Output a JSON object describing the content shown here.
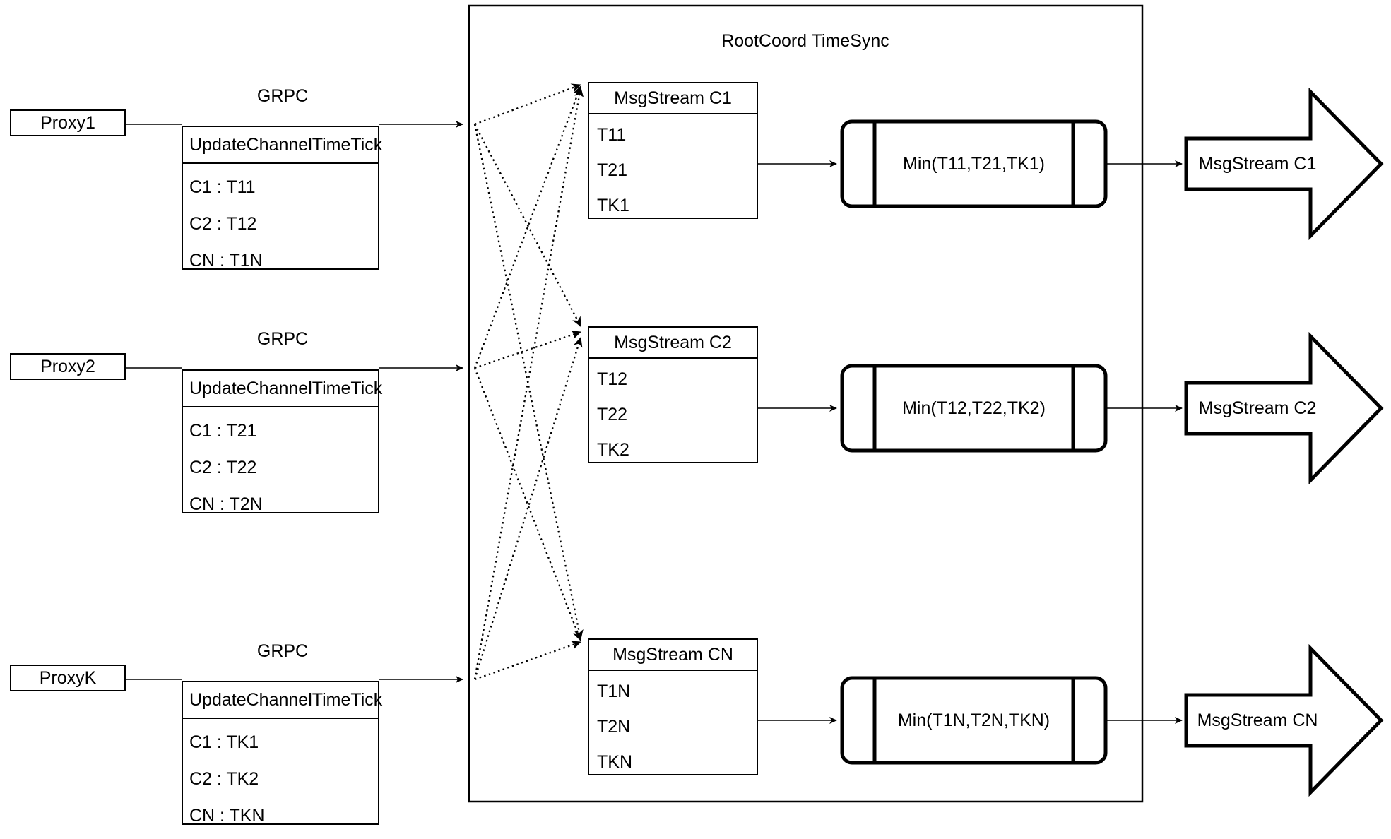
{
  "container": {
    "title": "RootCoord TimeSync"
  },
  "rows": [
    {
      "proxy": "Proxy1",
      "link_label": "GRPC",
      "request": {
        "title": "UpdateChannelTimeTick",
        "entries": [
          "C1 :  T11",
          "C2 :  T12",
          "CN : T1N"
        ]
      },
      "msgstream": {
        "title": "MsgStream C1",
        "items": [
          "T11",
          "T21",
          "TK1"
        ]
      },
      "min_node": "Min(T11,T21,TK1)",
      "output": "MsgStream C1"
    },
    {
      "proxy": "Proxy2",
      "link_label": "GRPC",
      "request": {
        "title": "UpdateChannelTimeTick",
        "entries": [
          "C1 :  T21",
          "C2 :  T22",
          "CN : T2N"
        ]
      },
      "msgstream": {
        "title": "MsgStream C2",
        "items": [
          "T12",
          "T22",
          "TK2"
        ]
      },
      "min_node": "Min(T12,T22,TK2)",
      "output": "MsgStream C2"
    },
    {
      "proxy": "ProxyK",
      "link_label": "GRPC",
      "request": {
        "title": "UpdateChannelTimeTick",
        "entries": [
          "C1 :  TK1",
          "C2 :  TK2",
          "CN : TKN"
        ]
      },
      "msgstream": {
        "title": "MsgStream CN",
        "items": [
          "T1N",
          "T2N",
          "TKN"
        ]
      },
      "min_node": "Min(T1N,T2N,TKN)",
      "output": "MsgStream CN"
    }
  ],
  "colors": {
    "stroke": "#000000",
    "background": "#ffffff"
  }
}
